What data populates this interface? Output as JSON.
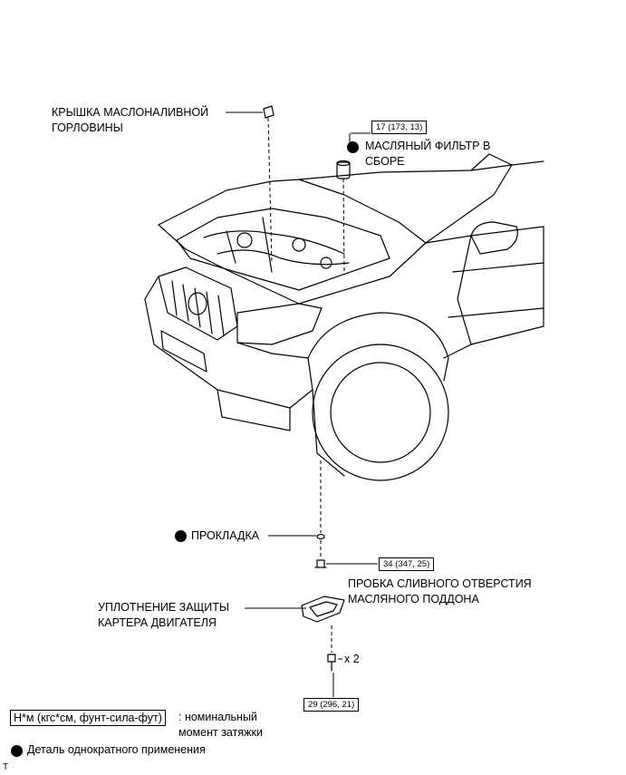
{
  "labels": {
    "oil_cap_line1": "КРЫШКА МАСЛОНАЛИВНОЙ",
    "oil_cap_line2": "ГОРЛОВИНЫ",
    "oil_filter_line1": "МАСЛЯНЫЙ ФИЛЬТР В",
    "oil_filter_line2": "СБОРЕ",
    "gasket": "ПРОКЛАДКА",
    "drain_plug_line1": "ПРОБКА СЛИВНОГО ОТВЕРСТИЯ",
    "drain_plug_line2": "МАСЛЯНОГО ПОДДОНА",
    "skid_plate_line1": "УПЛОТНЕНИЕ ЗАЩИТЫ",
    "skid_plate_line2": "КАРТЕРА ДВИГАТЕЛЯ",
    "bolt_qty": "x 2"
  },
  "torque": {
    "oil_filter": "17 (173, 13)",
    "drain_plug": "34 (347, 25)",
    "skid_plate_bolt": "29 (296, 21)"
  },
  "legend": {
    "torque_units": "Н*м (кгс*см, фунт-сила-фут)",
    "torque_desc_line1": ": номинальный",
    "torque_desc_line2": "момент затяжки",
    "non_reusable": "Деталь однократного применения"
  },
  "corner_mark": "T"
}
